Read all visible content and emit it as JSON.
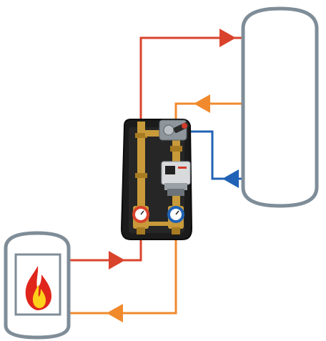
{
  "diagram": {
    "components": [
      {
        "id": "storage-tank",
        "icon": "cylinder-tank-icon"
      },
      {
        "id": "pump-station",
        "icon": "pump-group-icon"
      },
      {
        "id": "boiler",
        "icon": "flame-icon"
      }
    ],
    "connections": [
      {
        "id": "station-flow-to-tank",
        "color": "#d9432c",
        "arrow": "right"
      },
      {
        "id": "tank-return-orange",
        "color": "#f08a2d",
        "arrow": "left"
      },
      {
        "id": "tank-return-blue",
        "color": "#2062b5",
        "arrow": "left"
      },
      {
        "id": "boiler-flow-to-station",
        "color": "#d9432c",
        "arrow": "right"
      },
      {
        "id": "station-return-to-boiler",
        "color": "#f08a2d",
        "arrow": "left"
      }
    ],
    "colors": {
      "hot": "#d9432c",
      "warm": "#f08a2d",
      "cold": "#2062b5",
      "tank_outline": "#7f8d98",
      "station_body": "#1b1b1b",
      "brass": "#c89a3a"
    }
  }
}
